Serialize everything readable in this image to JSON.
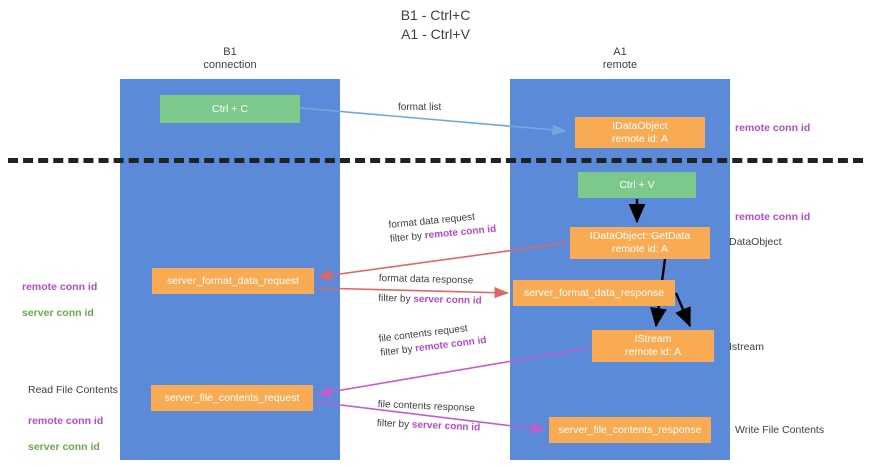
{
  "title": "B1 - Ctrl+C\nA1 - Ctrl+V",
  "lanes": {
    "b1": {
      "header": "B1\nconnection"
    },
    "a1": {
      "header": "A1\nremote"
    }
  },
  "nodes": {
    "ctrl_c": "Ctrl + C",
    "idataobject": "IDataObject\nremote id: A",
    "ctrl_v": "Ctrl + V",
    "getdata": "IDataObject::GetData\nremote id: A",
    "server_format_data_request": "server_format_data_request",
    "server_format_data_response": "server_format_data_response",
    "istream": "IStream\nremote id: A",
    "server_file_contents_request": "server_file_contents_request",
    "server_file_contents_response": "server_file_contents_response"
  },
  "edges": {
    "format_list": "format list",
    "format_data_request": "format data request",
    "format_data_request_filter_prefix": "filter by ",
    "format_data_request_filter_key": "remote conn id",
    "format_data_response": "format data response",
    "format_data_response_filter_prefix": "filter by ",
    "format_data_response_filter_key": "server conn id",
    "file_contents_request": "file contents request",
    "file_contents_request_filter_prefix": "filter by ",
    "file_contents_request_filter_key": "remote conn id",
    "file_contents_response": "file contents response",
    "file_contents_response_filter_prefix": "filter by ",
    "file_contents_response_filter_key": "server conn id"
  },
  "side_labels": {
    "remote_conn_id_top": "remote conn id",
    "remote_conn_id_mid": "remote conn id",
    "dataobject": "DataObject",
    "istream": "Istream",
    "write_file_contents": "Write File Contents",
    "read_file_contents": "Read File Contents",
    "left_remote_conn_id": "remote conn id",
    "left_server_conn_id": "server conn id",
    "left_remote_conn_id_2": "remote conn id",
    "left_server_conn_id_2": "server conn id"
  },
  "colors": {
    "lane": "#5b8ad9",
    "node_green": "#7dc98b",
    "node_orange": "#f9ab54",
    "remote_conn_id": "#b44ad0",
    "server_conn_id": "#6aa84f",
    "arrow_format_list": "#6fa8dc",
    "arrow_format_data": "#e06666",
    "arrow_file_contents": "#c35ccf",
    "arrow_black": "#000000",
    "divider": "#202124",
    "background": "#ffffff"
  }
}
